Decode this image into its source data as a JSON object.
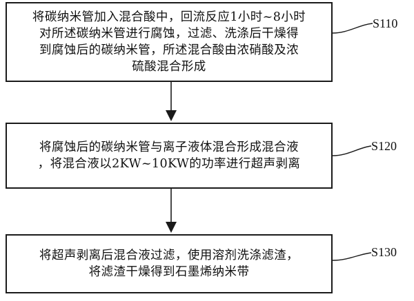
{
  "steps": [
    {
      "id": "S110",
      "lines": [
        "将碳纳米管加入混合酸中，回流反应1小时~8小时",
        "对所述碳纳米管进行腐蚀，过滤、洗涤后干燥得",
        "到腐蚀后的碳纳米管，所述混合酸由浓硝酸及浓",
        "硫酸混合形成"
      ]
    },
    {
      "id": "S120",
      "lines": [
        "将腐蚀后的碳纳米管与离子液体混合形成混合液",
        "，将混合液以2KW~10KW的功率进行超声剥离"
      ]
    },
    {
      "id": "S130",
      "lines": [
        "将超声剥离后混合液过滤，使用溶剂洗涤滤渣，",
        "将滤渣干燥得到石墨烯纳米带"
      ]
    }
  ]
}
